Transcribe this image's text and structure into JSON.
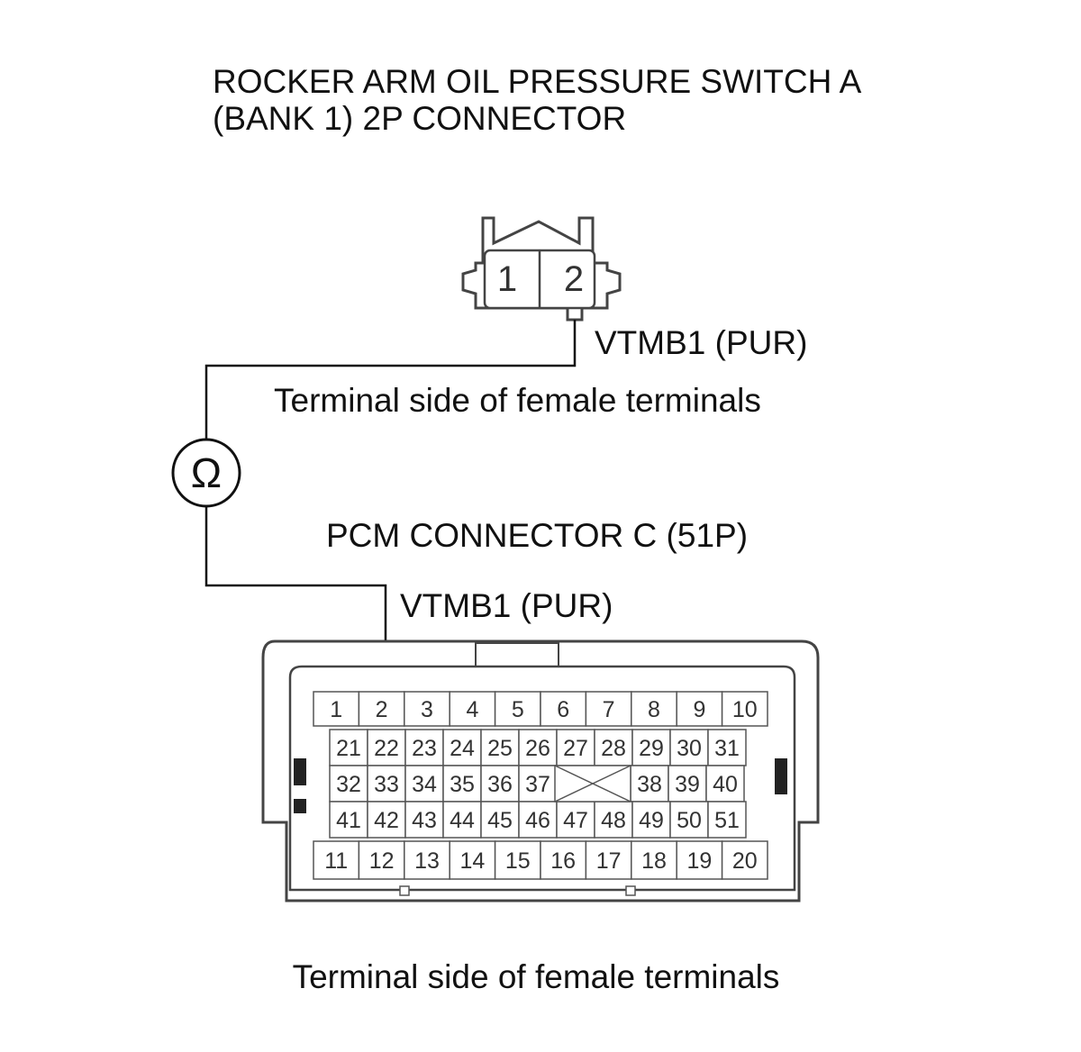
{
  "title_line1": "ROCKER ARM OIL PRESSURE SWITCH A",
  "title_line2": "(BANK 1) 2P CONNECTOR",
  "small_connector": {
    "pins": [
      "1",
      "2"
    ]
  },
  "wire_label_top": "VTMB1 (PUR)",
  "terminal_caption_1": "Terminal side of female terminals",
  "meter_symbol": "Ω",
  "pcm_title": "PCM CONNECTOR C (51P)",
  "wire_label_bottom": "VTMB1 (PUR)",
  "pcm_connector": {
    "row1": [
      "1",
      "2",
      "3",
      "4",
      "5",
      "6",
      "7",
      "8",
      "9",
      "10"
    ],
    "row2": [
      "21",
      "22",
      "23",
      "24",
      "25",
      "26",
      "27",
      "28",
      "29",
      "30",
      "31"
    ],
    "row3_left": [
      "32",
      "33",
      "34",
      "35",
      "36",
      "37"
    ],
    "row3_right": [
      "38",
      "39",
      "40"
    ],
    "row4": [
      "41",
      "42",
      "43",
      "44",
      "45",
      "46",
      "47",
      "48",
      "49",
      "50",
      "51"
    ],
    "row5": [
      "11",
      "12",
      "13",
      "14",
      "15",
      "16",
      "17",
      "18",
      "19",
      "20"
    ]
  },
  "terminal_caption_2": "Terminal side of female terminals"
}
